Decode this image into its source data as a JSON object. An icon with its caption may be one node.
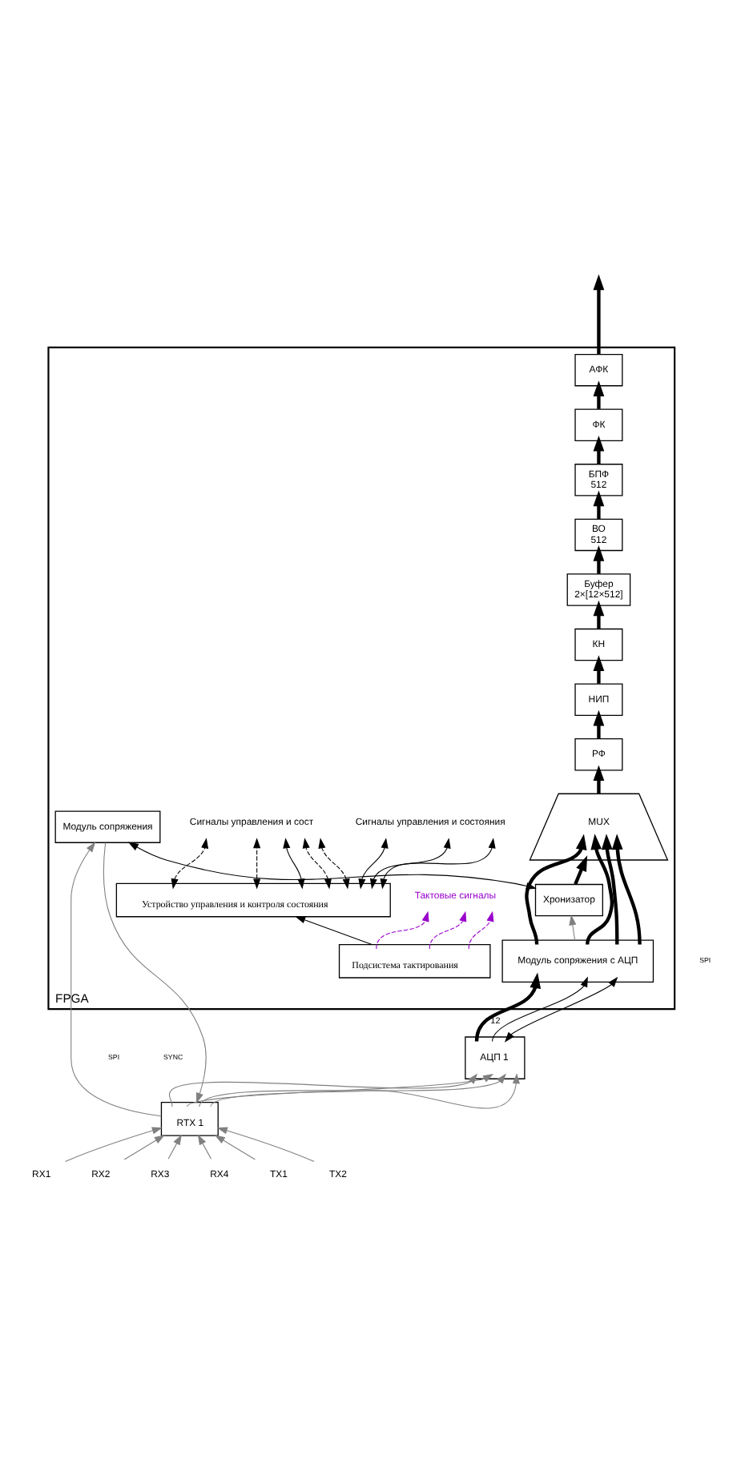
{
  "diagram": {
    "nodes": [
      {
        "text": [
          "FPGA"
        ]
      },
      {
        "text": [
          "Модуль сопряжения с АЦП"
        ],
        "in": 0
      },
      {
        "text": [
          "MUX"
        ],
        "in": 0
      },
      {
        "text": [
          "РФ"
        ],
        "in": 0
      },
      {
        "text": [
          "НИП"
        ],
        "in": 0
      },
      {
        "text": [
          "КН"
        ],
        "in": 0
      },
      {
        "text": [
          "Буфер",
          "2×[12×512]"
        ],
        "in": 0
      },
      {
        "text": [
          "ВО",
          "512"
        ],
        "in": 0
      },
      {
        "text": [
          "БПФ",
          "512"
        ],
        "in": 0
      },
      {
        "text": [
          "ФК"
        ],
        "in": 0
      },
      {
        "text": [
          "АФК"
        ],
        "in": 0
      },
      {
        "text": [
          "Хронизатор"
        ],
        "in": 0
      },
      {
        "text": [
          "Модуль сопряжения"
        ],
        "in": 0
      },
      {
        "text": [
          "Устройство управления и контроля состояния"
        ],
        "in": 0
      },
      {
        "text": [
          "Подсистема тактирования"
        ],
        "in": 0
      },
      {
        "text": [
          "АЦП 1"
        ]
      },
      {
        "text": [
          "RTX 1"
        ]
      },
      {
        "text": [
          "RX1"
        ]
      },
      {
        "text": [
          "RX2"
        ]
      },
      {
        "text": [
          "RX3"
        ]
      },
      {
        "text": [
          "RX4"
        ]
      },
      {
        "text": [
          "TX1"
        ]
      },
      {
        "text": [
          "TX2"
        ]
      },
      {
        "text": [
          "Сигналы управления и сост"
        ],
        "in": 0
      },
      {
        "text": [
          "Сигналы управления и состояния"
        ],
        "in": 0
      },
      {
        "text": [
          "Тактовые сигналы"
        ],
        "in": 0
      }
    ],
    "edges": [
      {
        "from": 17,
        "to": 16,
        "arrow": "to",
        "color": "#808080"
      },
      {
        "from": 18,
        "to": 16,
        "arrow": "to",
        "color": "#808080"
      },
      {
        "from": 19,
        "to": 16,
        "arrow": "to",
        "color": "#808080"
      },
      {
        "from": 20,
        "to": 16,
        "arrow": "to",
        "color": "#808080"
      },
      {
        "from": 21,
        "to": 16,
        "arrow": "to",
        "color": "#808080"
      },
      {
        "from": 22,
        "to": 16,
        "arrow": "to",
        "color": "#808080"
      },
      {
        "from": 16,
        "to": 15,
        "arrow": "to",
        "color": "#808080"
      },
      {
        "from": 16,
        "to": 15,
        "arrow": "to",
        "color": "#808080"
      },
      {
        "from": 16,
        "to": 15,
        "arrow": "to",
        "color": "#808080"
      },
      {
        "from": 16,
        "to": 15,
        "arrow": "to",
        "color": "#808080"
      },
      {
        "from": 16,
        "to": 12,
        "arrow": "to",
        "color": "#808080"
      },
      {
        "from": 12,
        "to": 16,
        "arrow": "to",
        "color": "#808080"
      },
      {
        "from": 15,
        "to": 1,
        "arrow": "to",
        "label": "12",
        "style": "thick"
      },
      {
        "from": 15,
        "to": 1,
        "arrow": "to"
      },
      {
        "from": 15,
        "to": 1,
        "arrow": "both"
      },
      {
        "from": 1,
        "to": 2,
        "arrow": "to",
        "style": "thick"
      },
      {
        "from": 1,
        "to": 2,
        "arrow": "to",
        "style": "thick"
      },
      {
        "from": 1,
        "to": 2,
        "arrow": "to",
        "style": "thick"
      },
      {
        "from": 1,
        "to": 2,
        "arrow": "to",
        "style": "thick"
      },
      {
        "from": 1,
        "to": 11,
        "arrow": "to",
        "color": "#808080"
      },
      {
        "from": 11,
        "to": 2,
        "arrow": "to",
        "style": "thick"
      },
      {
        "from": 11,
        "to": 12,
        "arrow": "both"
      },
      {
        "from": 2,
        "to": 3,
        "arrow": "to",
        "style": "thick"
      },
      {
        "from": 3,
        "to": 4,
        "arrow": "to",
        "style": "thick"
      },
      {
        "from": 4,
        "to": 5,
        "arrow": "to",
        "style": "thick"
      },
      {
        "from": 5,
        "to": 6,
        "arrow": "to",
        "style": "thick"
      },
      {
        "from": 6,
        "to": 7,
        "arrow": "to",
        "style": "thick"
      },
      {
        "from": 7,
        "to": 8,
        "arrow": "to",
        "style": "thick"
      },
      {
        "from": 8,
        "to": 9,
        "arrow": "to",
        "style": "thick"
      },
      {
        "from": 9,
        "to": 10,
        "arrow": "to",
        "style": "thick"
      },
      {
        "from": 10,
        "to": null,
        "arrow": "to",
        "style": "thick"
      },
      {
        "from": 14,
        "to": 13,
        "arrow": "to"
      },
      {
        "from": 13,
        "to": 23,
        "arrow": "both",
        "style": "dashed"
      },
      {
        "from": 13,
        "to": 23,
        "arrow": "both",
        "style": "dashed"
      },
      {
        "from": 13,
        "to": 23,
        "arrow": "both"
      },
      {
        "from": 13,
        "to": 23,
        "arrow": "both",
        "style": "dashed"
      },
      {
        "from": 13,
        "to": 23,
        "arrow": "both",
        "style": "dashed"
      },
      {
        "from": 13,
        "to": 24,
        "arrow": "both"
      },
      {
        "from": 13,
        "to": 24,
        "arrow": "both"
      },
      {
        "from": 13,
        "to": 24,
        "arrow": "both"
      },
      {
        "from": 14,
        "to": 25,
        "arrow": "to",
        "style": "dashed",
        "color": "#9900cc"
      },
      {
        "from": 14,
        "to": 25,
        "arrow": "to",
        "style": "dashed",
        "color": "#9900cc"
      },
      {
        "from": 14,
        "to": 25,
        "arrow": "to",
        "style": "dashed",
        "color": "#9900cc"
      }
    ],
    "labels": [
      "SPI",
      "SYNC",
      "SPI"
    ]
  }
}
